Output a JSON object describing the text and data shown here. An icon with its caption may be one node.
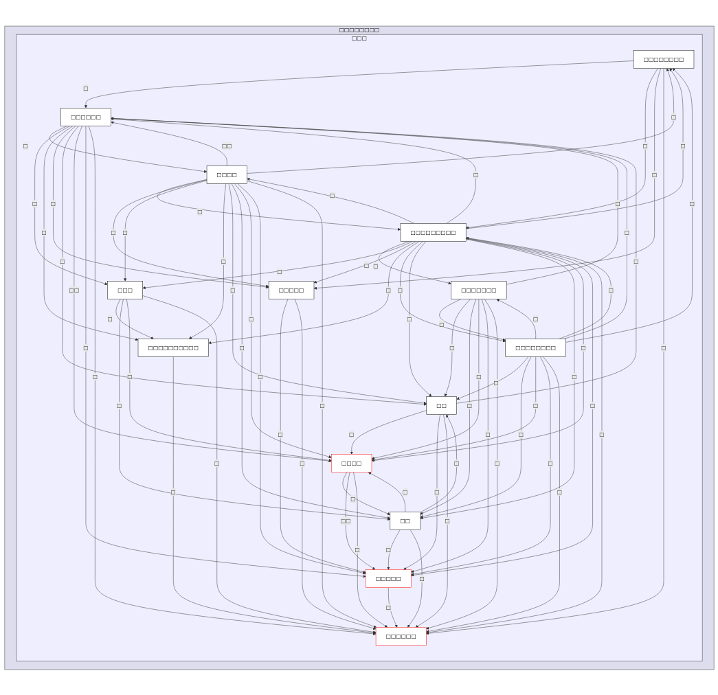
{
  "diagram": {
    "nodes": [
      {
        "text": [
          "□□□□□□□□"
        ]
      },
      {
        "text": [
          "□□□"
        ],
        "in": 0
      },
      {
        "text": [
          "□□□□□□□□"
        ],
        "in": 1
      },
      {
        "text": [
          "□□□□□□"
        ],
        "in": 1
      },
      {
        "text": [
          "□□□□"
        ],
        "in": 1
      },
      {
        "text": [
          "□□□□□□□□□"
        ],
        "in": 1
      },
      {
        "text": [
          "□□□□□"
        ],
        "in": 1
      },
      {
        "text": [
          "□□□□□□□"
        ],
        "in": 1
      },
      {
        "text": [
          "□□□"
        ],
        "in": 1
      },
      {
        "text": [
          "□□□□□□□□□□"
        ],
        "in": 1
      },
      {
        "text": [
          "□□□□□□□□"
        ],
        "in": 1
      },
      {
        "text": [
          "□□"
        ],
        "in": 1
      },
      {
        "text": [
          "□□"
        ],
        "in": 1
      },
      {
        "text": [
          "□□□□"
        ],
        "in": 1
      },
      {
        "text": [
          "□□□□□"
        ],
        "in": 1
      },
      {
        "text": [
          "□□□□□□"
        ],
        "in": 1
      }
    ],
    "edges": [
      {
        "from": 2,
        "to": 3,
        "arrow": "to",
        "label": "□"
      },
      {
        "from": 2,
        "to": 5,
        "arrow": "to",
        "label": "□"
      },
      {
        "from": 2,
        "to": 6,
        "arrow": "to",
        "label": "□"
      },
      {
        "from": 2,
        "to": 15,
        "arrow": "to",
        "label": "□"
      },
      {
        "from": 3,
        "to": 4,
        "arrow": "to",
        "label": "□"
      },
      {
        "from": 3,
        "to": 8,
        "arrow": "to",
        "label": "□"
      },
      {
        "from": 3,
        "to": 9,
        "arrow": "to",
        "label": "□"
      },
      {
        "from": 3,
        "to": 6,
        "arrow": "to",
        "label": "□"
      },
      {
        "from": 3,
        "to": 11,
        "arrow": "to",
        "label": "□"
      },
      {
        "from": 3,
        "to": 13,
        "arrow": "to",
        "label": "□□"
      },
      {
        "from": 3,
        "to": 14,
        "arrow": "to",
        "label": "□"
      },
      {
        "from": 3,
        "to": 15,
        "arrow": "to",
        "label": "□"
      },
      {
        "from": 4,
        "to": 2,
        "arrow": "to",
        "label": "□"
      },
      {
        "from": 4,
        "to": 3,
        "arrow": "to",
        "label": "□□"
      },
      {
        "from": 4,
        "to": 5,
        "arrow": "to",
        "label": "□"
      },
      {
        "from": 4,
        "to": 6,
        "arrow": "to",
        "label": "□"
      },
      {
        "from": 4,
        "to": 8,
        "arrow": "to",
        "label": "□"
      },
      {
        "from": 4,
        "to": 9,
        "arrow": "to",
        "label": "□"
      },
      {
        "from": 4,
        "to": 11,
        "arrow": "to",
        "label": "□"
      },
      {
        "from": 4,
        "to": 12,
        "arrow": "to",
        "label": "□"
      },
      {
        "from": 4,
        "to": 13,
        "arrow": "to",
        "label": "□"
      },
      {
        "from": 4,
        "to": 14,
        "arrow": "to",
        "label": "□"
      },
      {
        "from": 4,
        "to": 15,
        "arrow": "to",
        "label": "□"
      },
      {
        "from": 5,
        "to": 2,
        "arrow": "to",
        "label": "□"
      },
      {
        "from": 5,
        "to": 4,
        "arrow": "to",
        "label": "□"
      },
      {
        "from": 5,
        "to": 3,
        "arrow": "to",
        "label": "□"
      },
      {
        "from": 5,
        "to": 7,
        "arrow": "to",
        "label": "□"
      },
      {
        "from": 5,
        "to": 8,
        "arrow": "to",
        "label": "□"
      },
      {
        "from": 5,
        "to": 6,
        "arrow": "to",
        "label": "□"
      },
      {
        "from": 5,
        "to": 9,
        "arrow": "to",
        "label": "□"
      },
      {
        "from": 5,
        "to": 10,
        "arrow": "to",
        "label": "□"
      },
      {
        "from": 5,
        "to": 11,
        "arrow": "to",
        "label": "□"
      },
      {
        "from": 5,
        "to": 12,
        "arrow": "to",
        "label": "□"
      },
      {
        "from": 5,
        "to": 13,
        "arrow": "to",
        "label": "□"
      },
      {
        "from": 5,
        "to": 14,
        "arrow": "to",
        "label": "□"
      },
      {
        "from": 5,
        "to": 15,
        "arrow": "to",
        "label": "□"
      },
      {
        "from": 6,
        "to": 14,
        "arrow": "to",
        "label": "□"
      },
      {
        "from": 6,
        "to": 15,
        "arrow": "to",
        "label": "□"
      },
      {
        "from": 7,
        "to": 3,
        "arrow": "to",
        "label": "□"
      },
      {
        "from": 7,
        "to": 10,
        "arrow": "to",
        "label": "□"
      },
      {
        "from": 7,
        "to": 11,
        "arrow": "to",
        "label": "□"
      },
      {
        "from": 7,
        "to": 12,
        "arrow": "to",
        "label": "□"
      },
      {
        "from": 7,
        "to": 13,
        "arrow": "to",
        "label": "□"
      },
      {
        "from": 7,
        "to": 14,
        "arrow": "to",
        "label": "□"
      },
      {
        "from": 7,
        "to": 15,
        "arrow": "to",
        "label": "□"
      },
      {
        "from": 8,
        "to": 9,
        "arrow": "to",
        "label": "□"
      },
      {
        "from": 8,
        "to": 12,
        "arrow": "to",
        "label": "□"
      },
      {
        "from": 8,
        "to": 13,
        "arrow": "to",
        "label": "□"
      },
      {
        "from": 8,
        "to": 15,
        "arrow": "to",
        "label": "□"
      },
      {
        "from": 9,
        "to": 15,
        "arrow": "to",
        "label": "□"
      },
      {
        "from": 10,
        "to": 2,
        "arrow": "to",
        "label": "□"
      },
      {
        "from": 10,
        "to": 3,
        "arrow": "to",
        "label": "□"
      },
      {
        "from": 10,
        "to": 5,
        "arrow": "to",
        "label": "□"
      },
      {
        "from": 10,
        "to": 7,
        "arrow": "to",
        "label": "□"
      },
      {
        "from": 10,
        "to": 11,
        "arrow": "to",
        "label": "□"
      },
      {
        "from": 10,
        "to": 12,
        "arrow": "to",
        "label": "□"
      },
      {
        "from": 10,
        "to": 13,
        "arrow": "to",
        "label": "□"
      },
      {
        "from": 10,
        "to": 14,
        "arrow": "to",
        "label": "□"
      },
      {
        "from": 10,
        "to": 15,
        "arrow": "to",
        "label": "□"
      },
      {
        "from": 11,
        "to": 3,
        "arrow": "to",
        "label": "□"
      },
      {
        "from": 11,
        "to": 13,
        "arrow": "to",
        "label": "□"
      },
      {
        "from": 11,
        "to": 14,
        "arrow": "to",
        "label": "□"
      },
      {
        "from": 11,
        "to": 15,
        "arrow": "to",
        "label": "□"
      },
      {
        "from": 12,
        "to": 11,
        "arrow": "to",
        "label": "□"
      },
      {
        "from": 12,
        "to": 13,
        "arrow": "to",
        "label": "□"
      },
      {
        "from": 12,
        "to": 14,
        "arrow": "to",
        "label": "□"
      },
      {
        "from": 12,
        "to": 15,
        "arrow": "to",
        "label": "□"
      },
      {
        "from": 13,
        "to": 12,
        "arrow": "to",
        "label": "□"
      },
      {
        "from": 13,
        "to": 14,
        "arrow": "to",
        "label": "□□"
      },
      {
        "from": 13,
        "to": 15,
        "arrow": "to",
        "label": "□"
      },
      {
        "from": 14,
        "to": 15,
        "arrow": "to",
        "label": "□"
      }
    ]
  }
}
